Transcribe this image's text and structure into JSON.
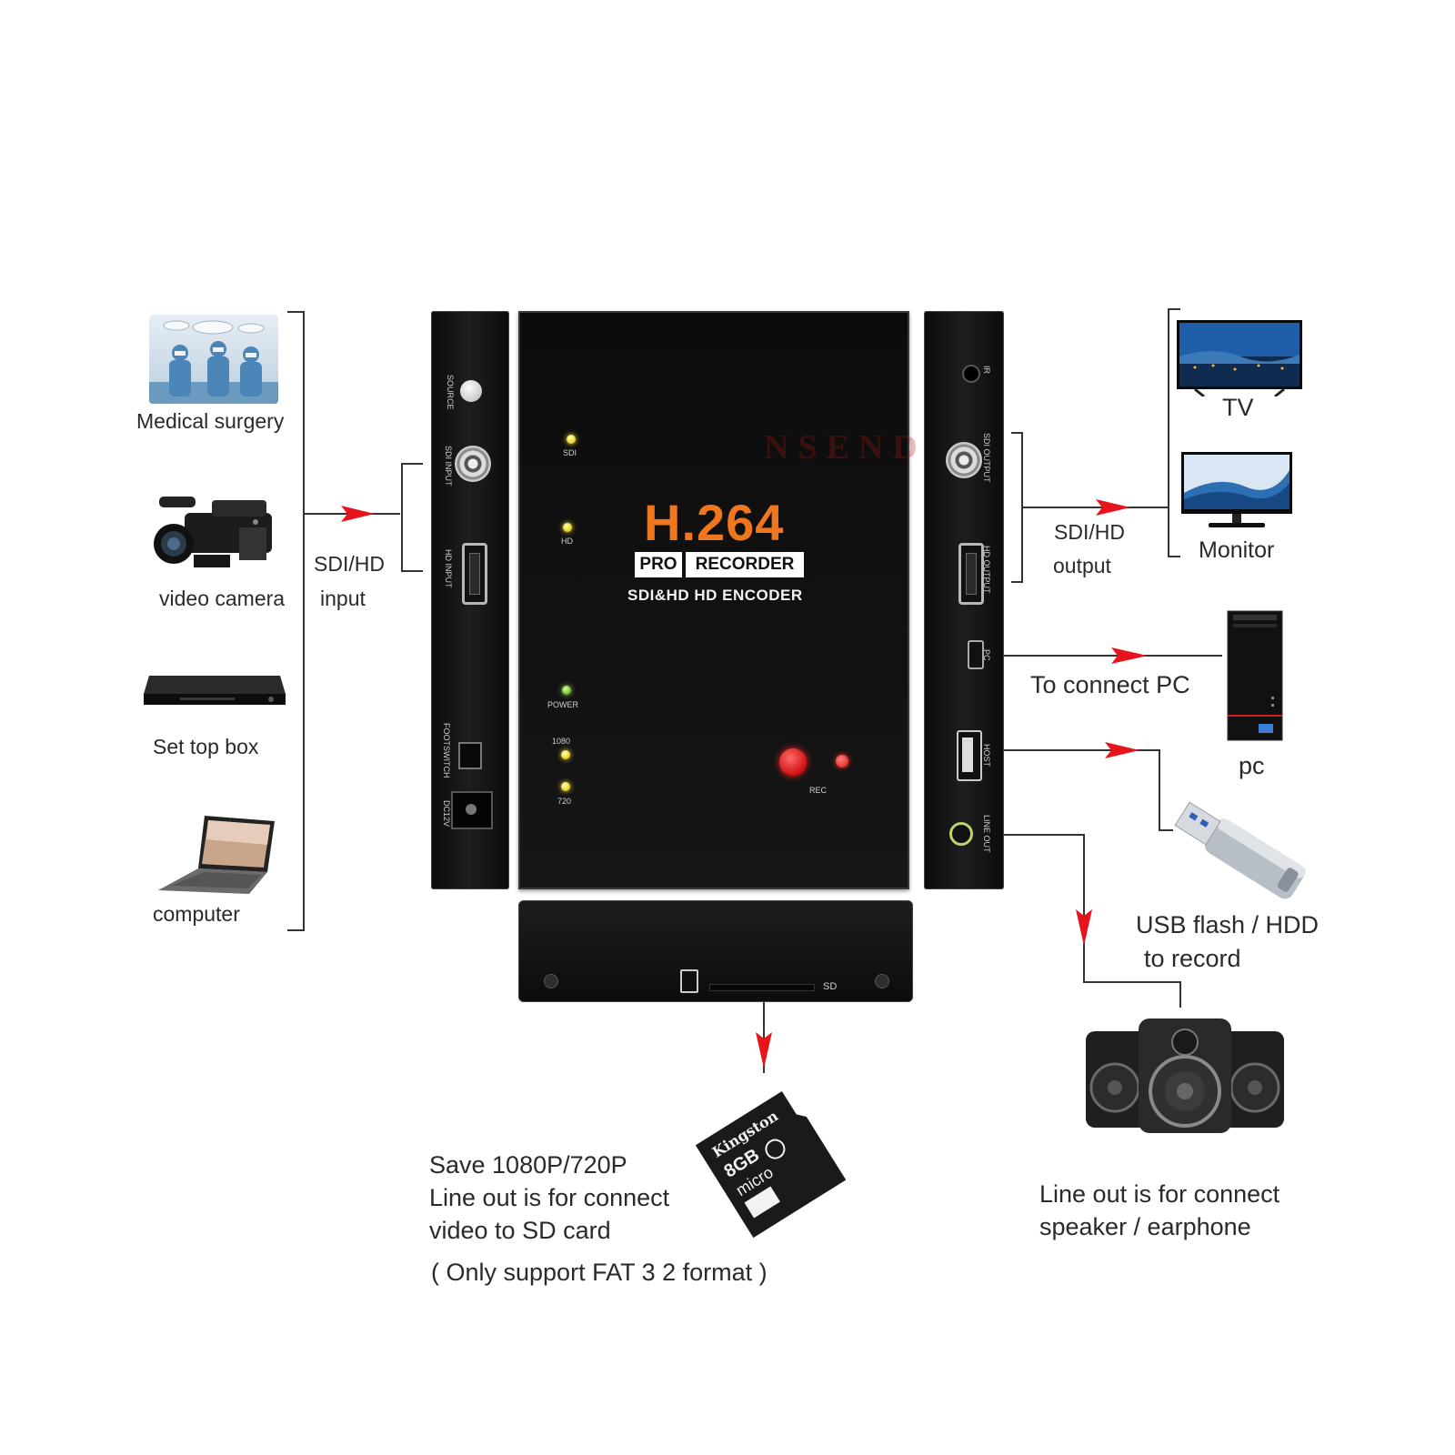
{
  "inputs": {
    "sources": [
      "Medical surgery",
      "video camera",
      "Set top box",
      "computer"
    ],
    "label_line1": "SDI/HD",
    "label_line2": "input"
  },
  "device": {
    "title": "H.264",
    "badge_pro": "PRO",
    "badge_recorder": "RECORDER",
    "subtitle": "SDI&HD HD ENCODER",
    "watermark": "NSENDS",
    "leds": {
      "sdi": "SDI",
      "hd": "HD",
      "power": "POWER",
      "p1080": "1080",
      "p720": "720",
      "rec": "REC"
    },
    "left_ports": {
      "source": "SOURCE",
      "sdi_input": "SDI INPUT",
      "hd_input": "HD INPUT",
      "footswitch": "FOOTSWITCH",
      "dc12v": "DC12V"
    },
    "right_ports": {
      "ir": "IR",
      "sdi_output": "SDI OUTPUT",
      "hd_output": "HD OUTPUT",
      "pc": "PC",
      "host": "HOST",
      "line_out": "LINE OUT"
    },
    "sd_label": "SD"
  },
  "outputs": {
    "label_line1": "SDI/HD",
    "label_line2": "output",
    "tv": "TV",
    "monitor": "Monitor",
    "connect_pc": "To connect PC",
    "pc": "pc",
    "usb_line1": "USB flash / HDD",
    "usb_line2": "to record"
  },
  "sd_card": {
    "brand": "Kingston",
    "capacity": "8GB",
    "type": "micro",
    "line1": "Save 1080P/720P",
    "line2": "Line out is for connect",
    "line3": "video to SD card",
    "line4": "( Only support FAT 3 2 format )"
  },
  "speaker": {
    "line1": "Line out is for connect",
    "line2": "speaker / earphone"
  },
  "colors": {
    "accent_orange": "#f0761e",
    "arrow_red": "#e8141c",
    "rec_red": "#e01818",
    "device_black": "#111111"
  }
}
